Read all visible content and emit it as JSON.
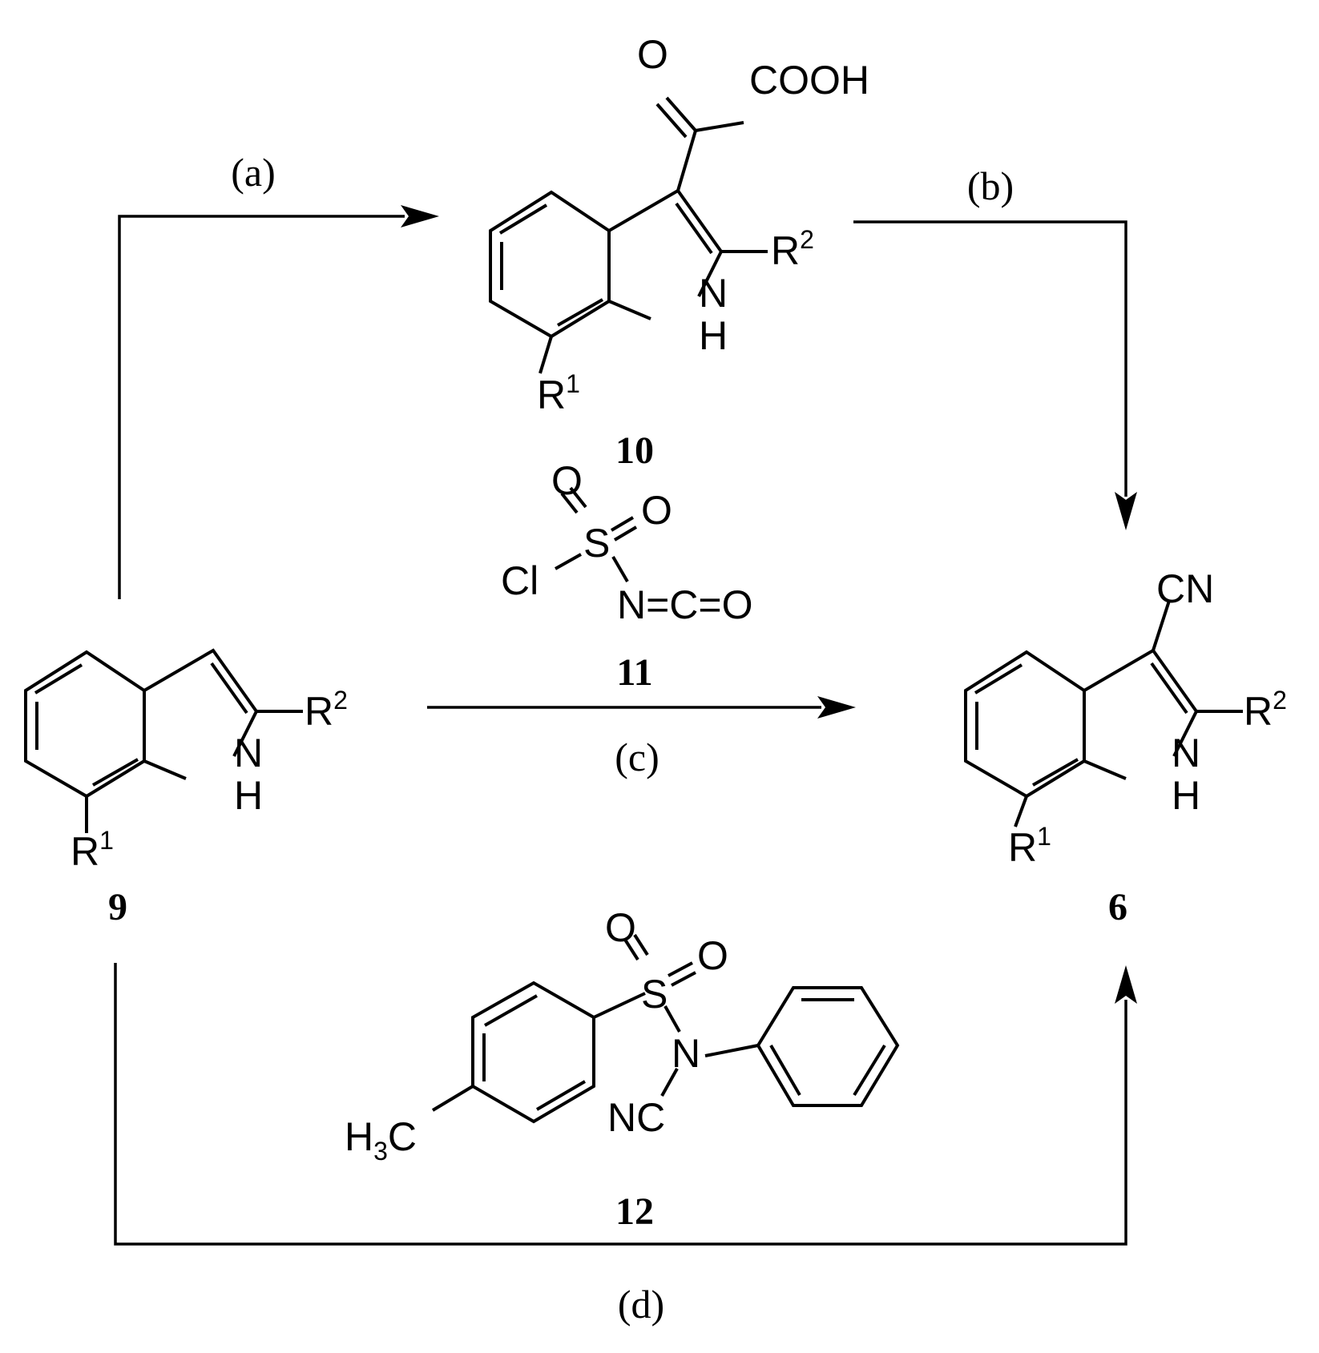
{
  "conditions": {
    "a": "(a)",
    "b": "(b)",
    "c": "(c)",
    "d": "(d)"
  },
  "compounds": {
    "c9": {
      "number": "9",
      "r1": "R",
      "r1_sup": "1",
      "r2": "R",
      "r2_sup": "2",
      "nh_n": "N",
      "nh_h": "H"
    },
    "c10": {
      "number": "10",
      "o": "O",
      "cooh": "COOH",
      "r1": "R",
      "r1_sup": "1",
      "r2": "R",
      "r2_sup": "2",
      "nh_n": "N",
      "nh_h": "H"
    },
    "c6": {
      "number": "6",
      "cn": "CN",
      "r1": "R",
      "r1_sup": "1",
      "r2": "R",
      "r2_sup": "2",
      "nh_n": "N",
      "nh_h": "H"
    },
    "c11": {
      "number": "11",
      "o1": "O",
      "o2": "O",
      "s": "S",
      "cl": "Cl",
      "nco": "N=C=O"
    },
    "c12": {
      "number": "12",
      "o1": "O",
      "o2": "O",
      "s": "S",
      "n": "N",
      "nc": "NC",
      "h3c_h": "H",
      "h3c_sub": "3",
      "h3c_c": "C"
    }
  }
}
